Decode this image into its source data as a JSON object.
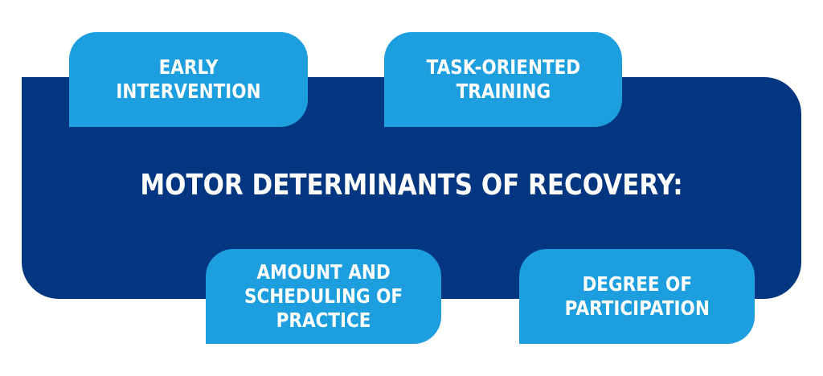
{
  "diagram": {
    "central_title": "MOTOR DETERMINANTS OF RECOVERY:",
    "boxes": [
      {
        "label": "EARLY INTERVENTION"
      },
      {
        "label": "TASK-ORIENTED\nTRAINING"
      },
      {
        "label": "AMOUNT AND\nSCHEDULING OF\nPRACTICE"
      },
      {
        "label": "DEGREE OF\nPARTICIPATION"
      }
    ]
  },
  "colors": {
    "panel": "#033680",
    "box": "#1d9ede",
    "text": "#ffffff"
  }
}
